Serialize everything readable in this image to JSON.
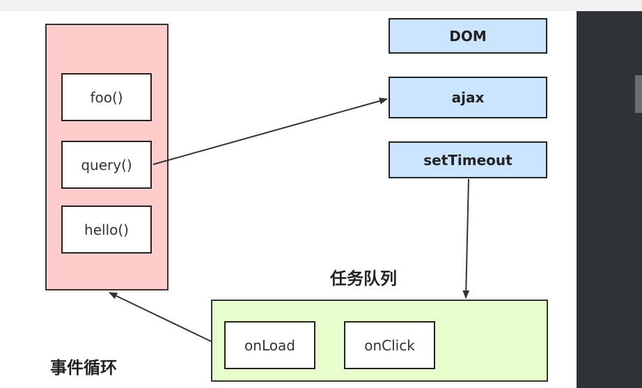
{
  "call_stack": {
    "items": [
      "foo()",
      "query()",
      "hello()"
    ]
  },
  "web_apis": {
    "items": [
      "DOM",
      "ajax",
      "setTimeout"
    ]
  },
  "task_queue": {
    "title": "任务队列",
    "items": [
      "onLoad",
      "onClick"
    ]
  },
  "event_loop_label": "事件循环",
  "colors": {
    "call_stack_fill": "#ffcccc",
    "web_api_fill": "#cce5ff",
    "task_queue_fill": "#e6ffcc",
    "right_panel": "#2f3236"
  }
}
